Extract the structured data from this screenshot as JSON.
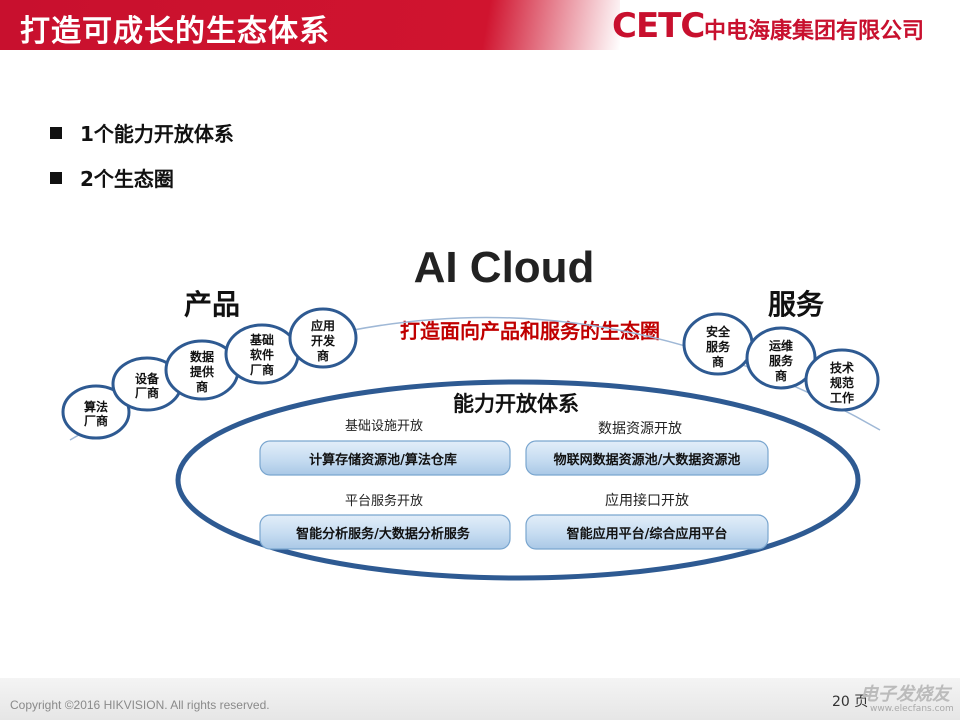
{
  "header": {
    "title": "打造可成长的生态体系",
    "logo_mark": "CETC",
    "logo_text": "中电海康集团有限公司"
  },
  "bullets": [
    "1个能力开放体系",
    "2个生态圈"
  ],
  "diagram": {
    "title": "AI Cloud",
    "product_label": "产品",
    "service_label": "服务",
    "center_slogan": "打造面向产品和服务的生态圈",
    "product_bubbles": [
      [
        "算法",
        "厂商"
      ],
      [
        "设备",
        "厂商"
      ],
      [
        "数据",
        "提供",
        "商"
      ],
      [
        "基础",
        "软件",
        "厂商"
      ],
      [
        "应用",
        "开发",
        "商"
      ]
    ],
    "service_bubbles": [
      [
        "安全",
        "服务",
        "商"
      ],
      [
        "运维",
        "服务",
        "商"
      ],
      [
        "技术",
        "规范",
        "工作"
      ]
    ],
    "core_title": "能力开放体系",
    "quadrants": [
      {
        "label": "基础设施开放",
        "pill": "计算存储资源池/算法仓库"
      },
      {
        "label": "数据资源开放",
        "pill": "物联网数据资源池/大数据资源池"
      },
      {
        "label": "平台服务开放",
        "pill": "智能分析服务/大数据分析服务"
      },
      {
        "label": "应用接口开放",
        "pill": "智能应用平台/综合应用平台"
      }
    ],
    "colors": {
      "ellipse_stroke": "#2e5a92",
      "pill_fill": "#cfe2f3",
      "pill_stroke": "#7aa6cf",
      "slogan": "#c00000"
    }
  },
  "footer": {
    "copyright": "Copyright ©2016  HIKVISION.  All rights reserved.",
    "page": "20 页",
    "watermark": "电子发烧友",
    "watermark_url": "www.elecfans.com"
  }
}
